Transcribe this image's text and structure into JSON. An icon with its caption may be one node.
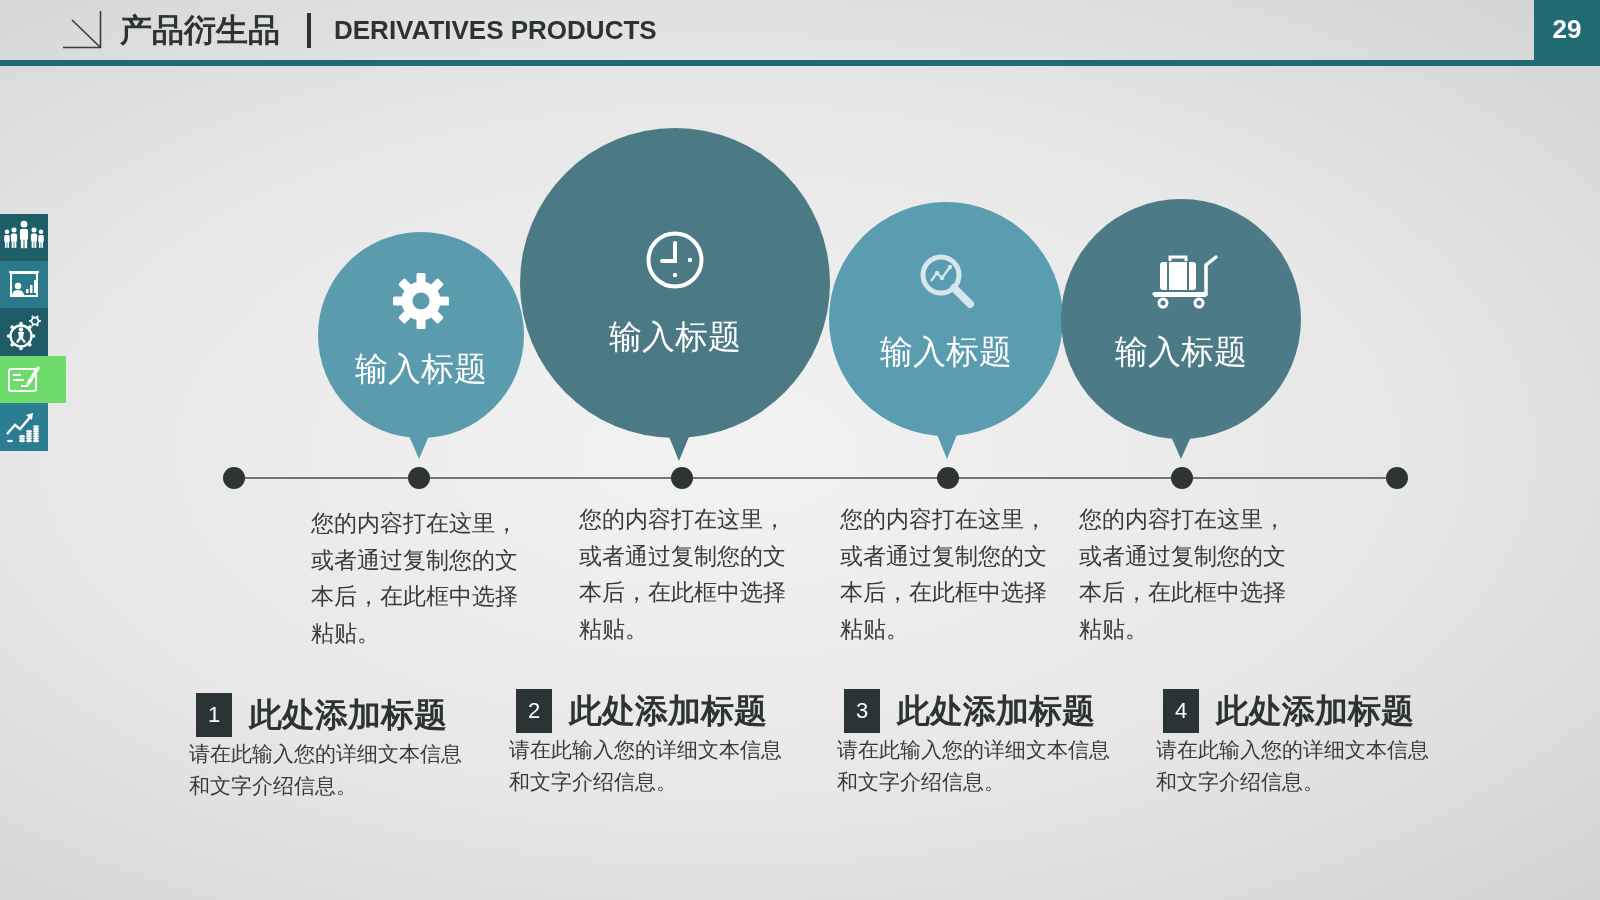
{
  "diagram": {
    "title": "产品衍生品",
    "nodes": [
      {
        "text": [
          "输入标题"
        ]
      },
      {
        "text": [
          "输入标题"
        ]
      },
      {
        "text": [
          "输入标题"
        ]
      },
      {
        "text": [
          "输入标题"
        ]
      },
      {
        "text": [],
        "shape": "circle"
      },
      {
        "text": [],
        "shape": "circle"
      },
      {
        "text": [],
        "shape": "circle"
      },
      {
        "text": [],
        "shape": "circle"
      },
      {
        "text": [],
        "shape": "circle"
      },
      {
        "text": [],
        "shape": "circle"
      },
      {
        "text": [
          "1"
        ],
        "beside": [
          "此处添加标题",
          "请在此输入您的详细文本信息和文字介绍信息。"
        ]
      },
      {
        "text": [
          "2"
        ],
        "beside": [
          "此处添加标题",
          "请在此输入您的详细文本信息和文字介绍信息。"
        ]
      },
      {
        "text": [
          "3"
        ],
        "beside": [
          "此处添加标题",
          "请在此输入您的详细文本信息和文字介绍信息。"
        ]
      },
      {
        "text": [
          "4"
        ],
        "beside": [
          "此处添加标题",
          "请在此输入您的详细文本信息和文字介绍信息。"
        ]
      }
    ],
    "edges": [
      {
        "from": 4,
        "to": 5,
        "arrow": "none"
      },
      {
        "from": 5,
        "to": 6,
        "arrow": "none"
      },
      {
        "from": 6,
        "to": 7,
        "arrow": "none"
      },
      {
        "from": 7,
        "to": 8,
        "arrow": "none"
      },
      {
        "from": 8,
        "to": 9,
        "arrow": "none"
      }
    ],
    "labels": [
      "DERIVATIVES PRODUCTS",
      "29",
      "您的内容打在这里，或者通过复制您的文本后，在此框中选择粘贴。",
      "您的内容打在这里，或者通过复制您的文本后，在此框中选择粘贴。",
      "您的内容打在这里，或者通过复制您的文本后，在此框中选择粘贴。",
      "您的内容打在这里，或者通过复制您的文本后，在此框中选择粘贴。"
    ]
  }
}
